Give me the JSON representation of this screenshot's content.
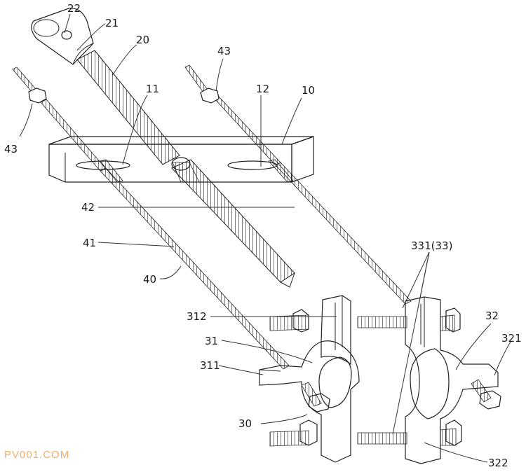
{
  "labels": {
    "l22": "22",
    "l21": "21",
    "l20": "20",
    "l43a": "43",
    "l43b": "43",
    "l11": "11",
    "l12": "12",
    "l10": "10",
    "l42": "42",
    "l41": "41",
    "l40": "40",
    "l331": "331(33)",
    "l32": "32",
    "l312": "312",
    "l31": "31",
    "l311": "311",
    "l321": "321",
    "l30": "30",
    "l322": "322"
  },
  "watermark": "PV001.COM",
  "colors": {
    "line": "#222222",
    "watermark": "#f0b070",
    "background": "#ffffff"
  }
}
